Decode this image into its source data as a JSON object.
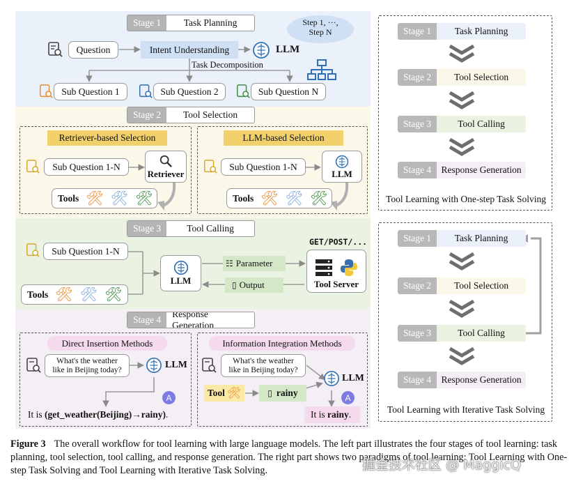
{
  "stage_tags": [
    "Stage 1",
    "Stage 2",
    "Stage 3",
    "Stage 4"
  ],
  "left": {
    "stage1": {
      "title": "Task Planning",
      "question": "Question",
      "intent": "Intent Understanding",
      "llm": "LLM",
      "cloud": "Step 1, ···,\nStep N",
      "decomposition": "Task Decomposition",
      "sub_questions": [
        "Sub Question 1",
        "Sub Question 2",
        "Sub Question N"
      ]
    },
    "stage2": {
      "title": "Tool Selection",
      "retriever_title": "Retriever-based Selection",
      "llm_title": "LLM-based Selection",
      "sub_question": "Sub Question 1-N",
      "retriever": "Retriever",
      "llm": "LLM",
      "tools": "Tools"
    },
    "stage3": {
      "title": "Tool Calling",
      "sub_question": "Sub Question 1-N",
      "tools": "Tools",
      "llm": "LLM",
      "parameter": "Parameter",
      "output": "Output",
      "get_post": "GET/POST/...",
      "tool_server": "Tool Server"
    },
    "stage4": {
      "title": "Response Generation",
      "direct_title": "Direct Insertion Methods",
      "integration_title": "Information Integration Methods",
      "weather_q_line1": "What's the weather",
      "weather_q_line2": "like in Beijing today?",
      "llm": "LLM",
      "direct_answer_prefix": "It is ",
      "direct_answer_bold": "(get_weather(Beijing)→rainy)",
      "direct_answer_suffix": ".",
      "tool": "Tool",
      "rainy": "rainy",
      "integration_answer_prefix": "It is ",
      "integration_answer_bold": "rainy",
      "integration_answer_suffix": ".",
      "agent_letter": "A"
    }
  },
  "right": {
    "one_step": {
      "labels": [
        "Task Planning",
        "Tool Selection",
        "Tool Calling",
        "Response Generation"
      ],
      "caption": "Tool Learning with One-step Task Solving"
    },
    "iterative": {
      "labels": [
        "Task Planning",
        "Tool Selection",
        "Tool Calling",
        "Response Generation"
      ],
      "caption": "Tool Learning with Iterative Task Solving"
    }
  },
  "caption": {
    "figure_label": "Figure 3",
    "text": "The overall workflow for tool learning with large language models. The left part illustrates the four stages of tool learning: task planning, tool selection, tool calling, and response generation. The right part shows two paradigms of tool learning: Tool Learning with One-step Task Solving and Tool Learning with Iterative Task Solving.",
    "watermark": "掘金技术社区 @ MaggicQ"
  },
  "colors": {
    "stage1_bg": "#eaf1fb",
    "stage2_bg": "#fcf8e9",
    "stage3_bg": "#eaf3e2",
    "stage4_bg": "#f4eef5",
    "intent_blue": "#cfe0f4",
    "selection_yellow": "#f2d06b",
    "method_pink": "#f5d9ec",
    "chevron_gray": "#6e6e6e",
    "tool_orange": "#e98a2b",
    "tool_blue": "#7ca6d8",
    "tool_green": "#3e8c3e"
  }
}
